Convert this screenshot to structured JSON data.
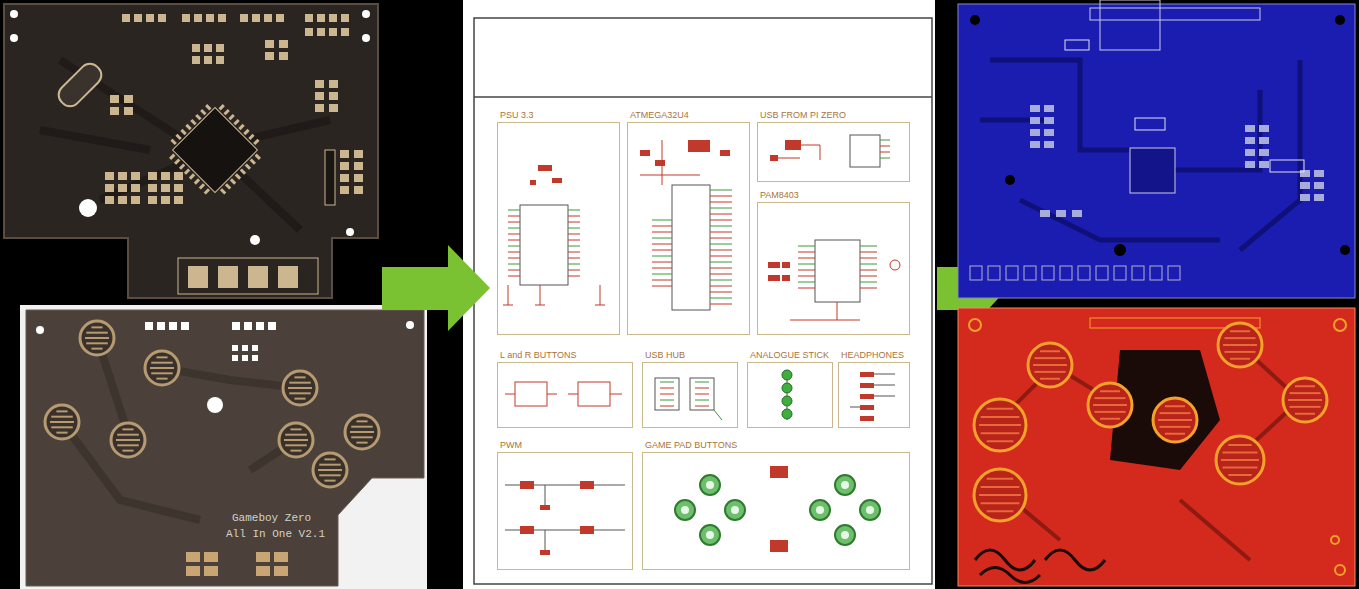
{
  "diagram": {
    "nodes": [
      {
        "text": [
          "PSU 3.3"
        ]
      },
      {
        "text": [
          "ATMEGA32U4"
        ]
      },
      {
        "text": [
          "USB FROM PI ZERO"
        ]
      },
      {
        "text": [
          "PAM8403"
        ]
      },
      {
        "text": [
          "L and R BUTTONS"
        ]
      },
      {
        "text": [
          "USB HUB"
        ]
      },
      {
        "text": [
          "ANALOGUE STICK"
        ]
      },
      {
        "text": [
          "HEADPHONES"
        ]
      },
      {
        "text": [
          "PWM"
        ]
      },
      {
        "text": [
          "GAME PAD BUTTONS"
        ]
      }
    ],
    "labels": [
      "Gameboy Zero",
      "All In One V2.1"
    ]
  }
}
